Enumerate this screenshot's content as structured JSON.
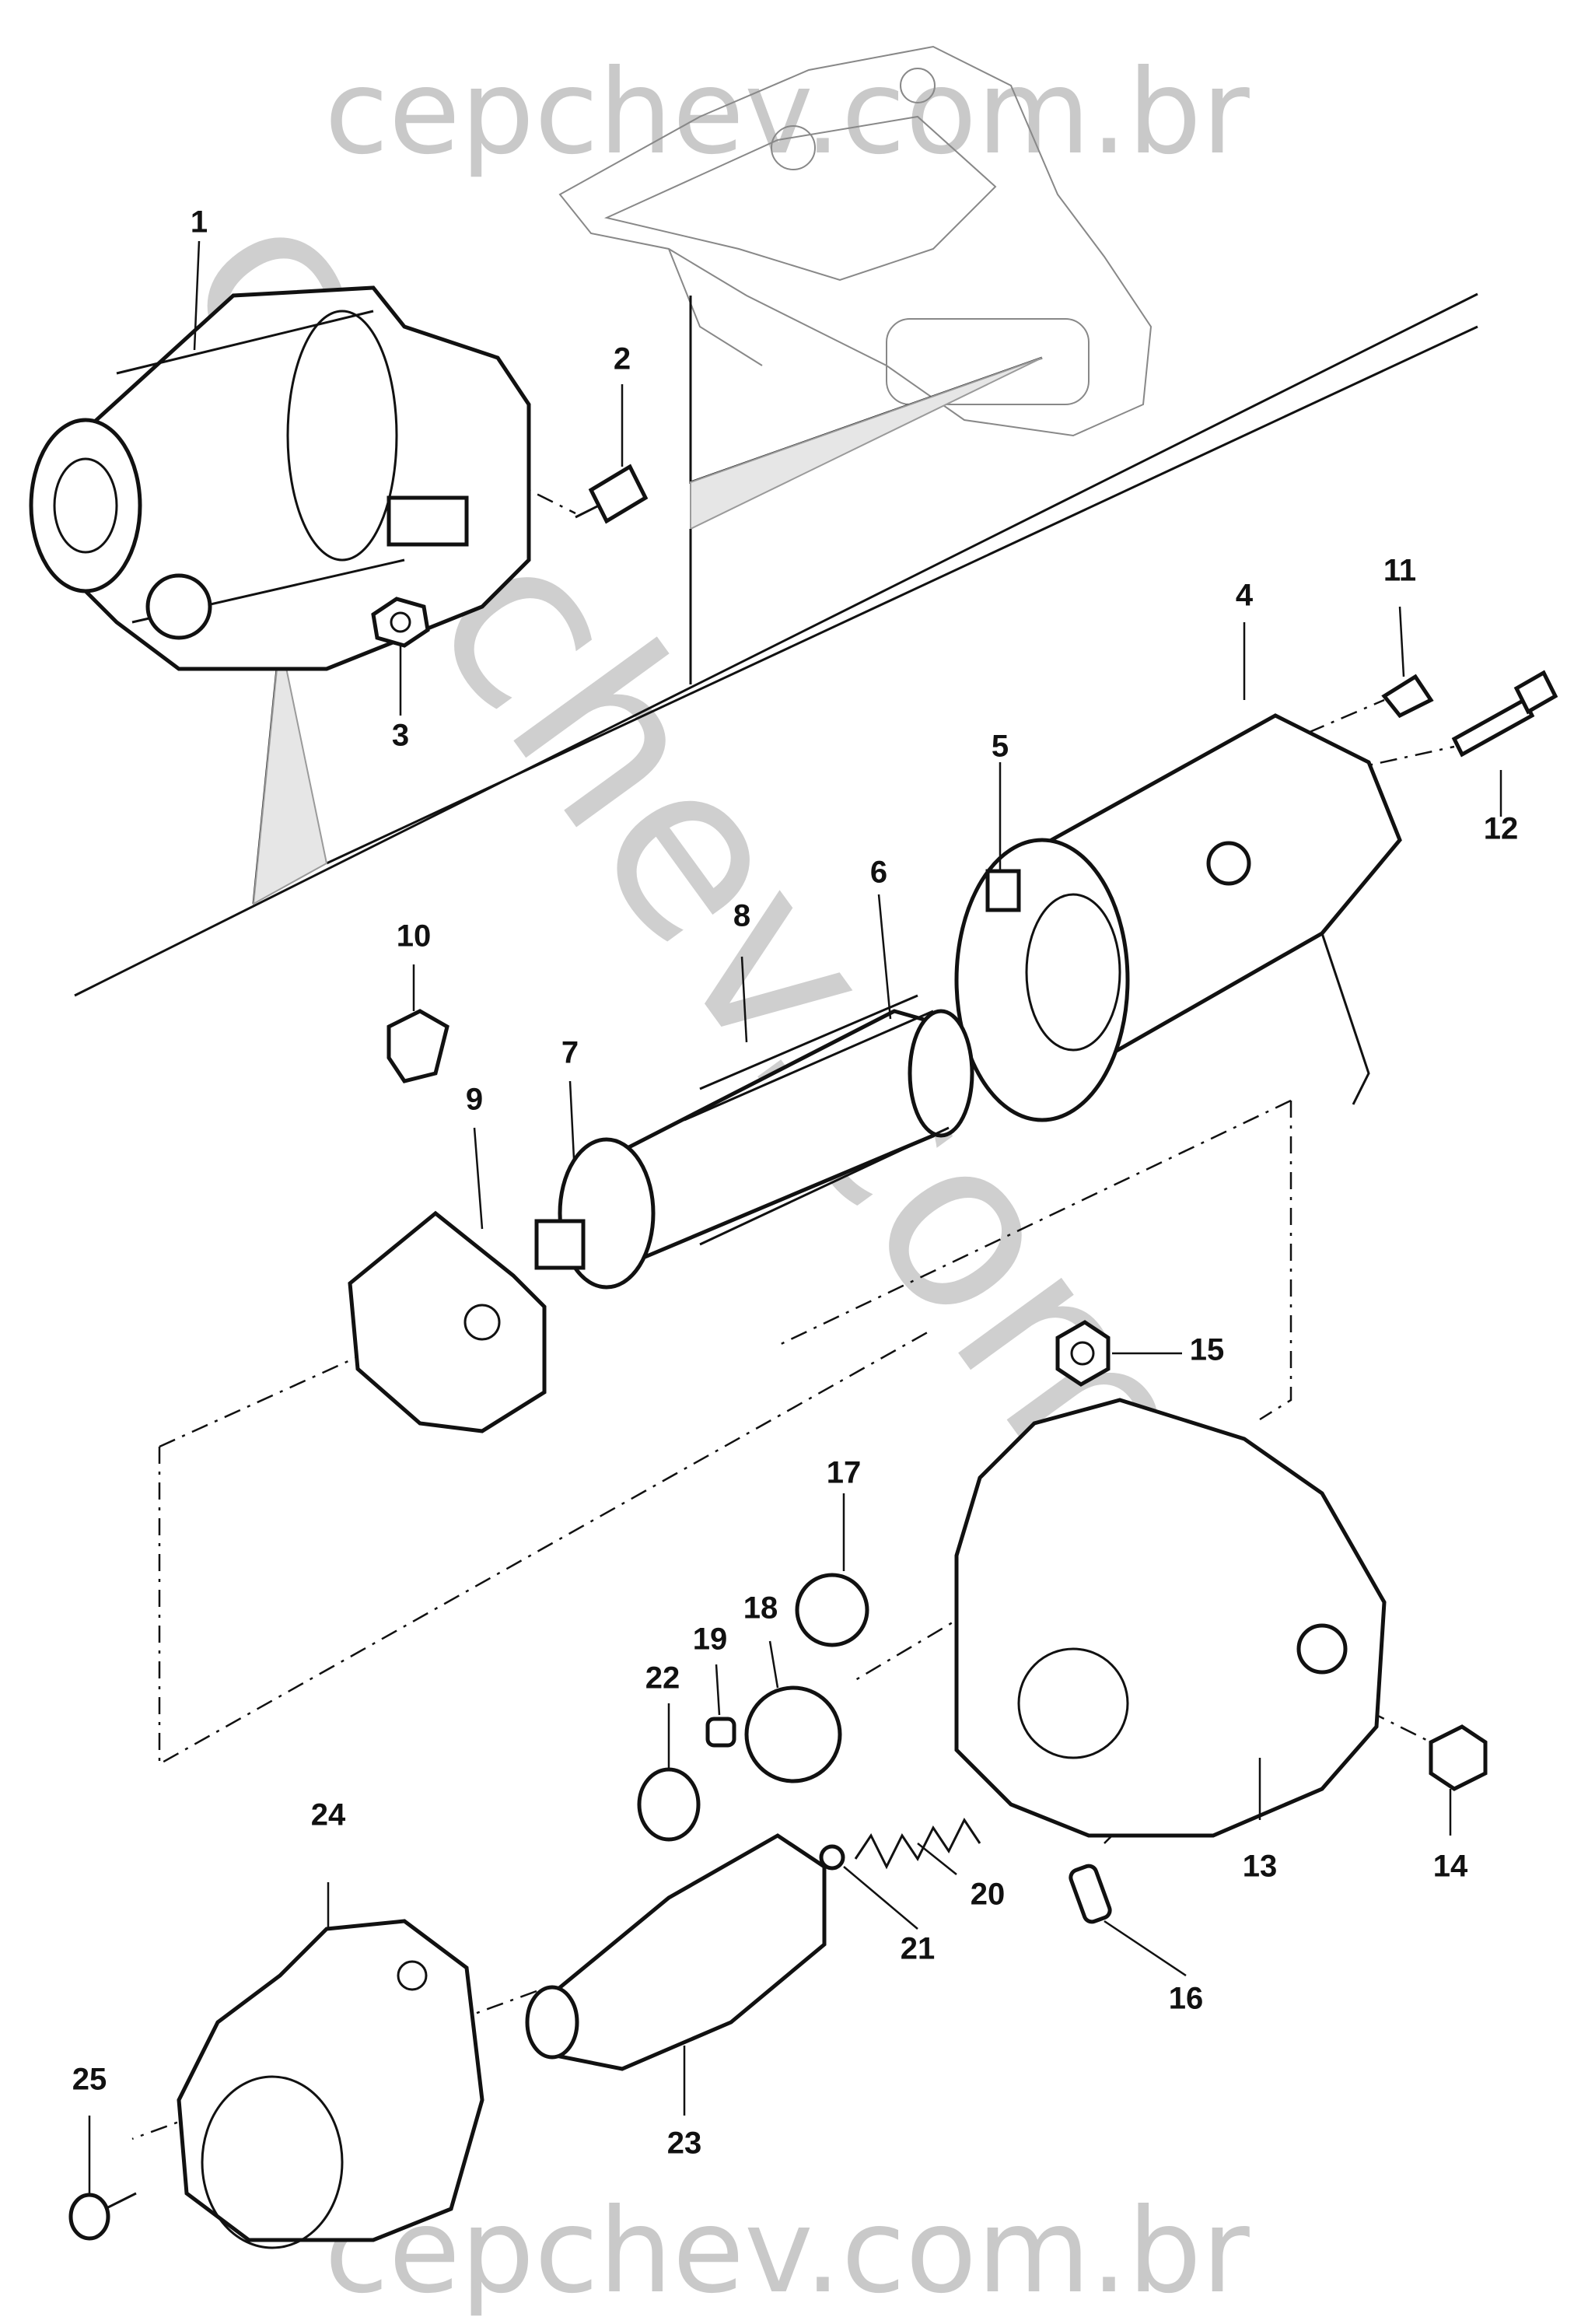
{
  "watermark": {
    "top": "cepchev.com.br",
    "diagonal": "cepchev.com.br",
    "bottom": "cepchev.com.br"
  },
  "callouts": [
    {
      "id": "1",
      "label": "1"
    },
    {
      "id": "2",
      "label": "2"
    },
    {
      "id": "3",
      "label": "3"
    },
    {
      "id": "4",
      "label": "4"
    },
    {
      "id": "5",
      "label": "5"
    },
    {
      "id": "6",
      "label": "6"
    },
    {
      "id": "7",
      "label": "7"
    },
    {
      "id": "8",
      "label": "8"
    },
    {
      "id": "9",
      "label": "9"
    },
    {
      "id": "10",
      "label": "10"
    },
    {
      "id": "11",
      "label": "11"
    },
    {
      "id": "12",
      "label": "12"
    },
    {
      "id": "13",
      "label": "13"
    },
    {
      "id": "14",
      "label": "14"
    },
    {
      "id": "15",
      "label": "15"
    },
    {
      "id": "16",
      "label": "16"
    },
    {
      "id": "17",
      "label": "17"
    },
    {
      "id": "18",
      "label": "18"
    },
    {
      "id": "19",
      "label": "19"
    },
    {
      "id": "20",
      "label": "20"
    },
    {
      "id": "21",
      "label": "21"
    },
    {
      "id": "22",
      "label": "22"
    },
    {
      "id": "23",
      "label": "23"
    },
    {
      "id": "24",
      "label": "24"
    },
    {
      "id": "25",
      "label": "25"
    }
  ]
}
